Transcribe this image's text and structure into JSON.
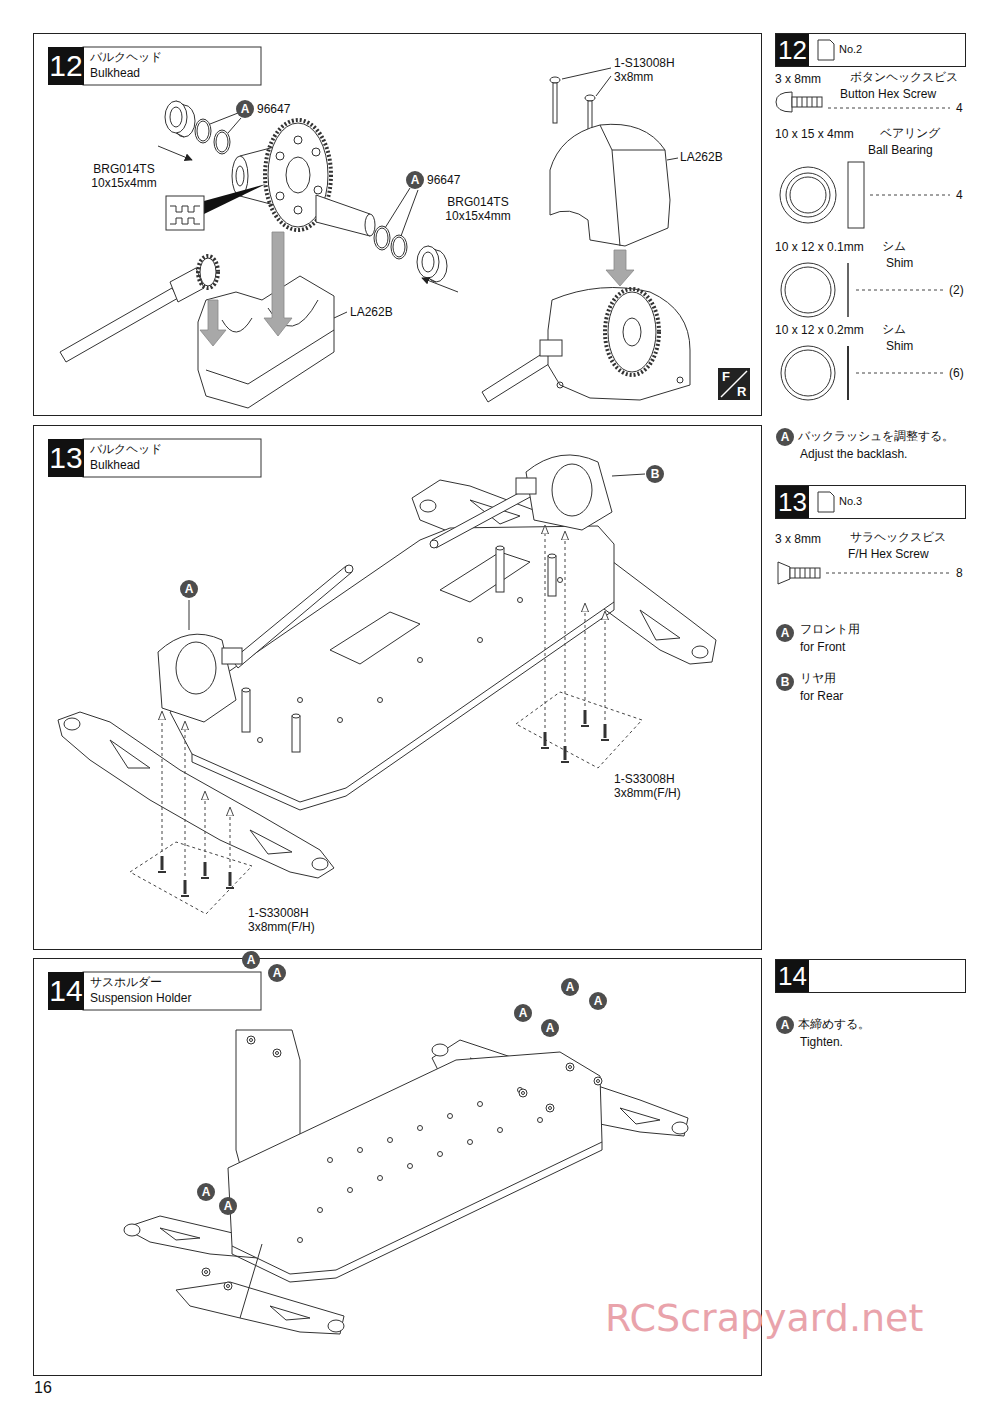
{
  "diagram": {
    "nodes": [
      {
        "text": [
          "12",
          "バルクヘッド",
          "Bulkhead"
        ]
      },
      {
        "text": [
          "13",
          "バルクヘッド",
          "Bulkhead"
        ]
      },
      {
        "text": [
          "14",
          "サスホルダー",
          "Suspension Holder"
        ]
      },
      {
        "text": [
          "12",
          "No.2"
        ]
      },
      {
        "text": [
          "13",
          "No.3"
        ]
      },
      {
        "text": [
          "14"
        ]
      }
    ],
    "labels": [
      "A",
      "96647",
      "BRG014TS 10x15x4mm",
      "A",
      "96647",
      "BRG014TS 10x15x4mm",
      "LA262B",
      "1-S13008H 3x8mm",
      "LA262B",
      "F",
      "R",
      "3 x 8mm",
      "ボタンヘックスビス",
      "Button Hex Screw",
      "4",
      "10 x 15 x 4mm",
      "ベアリング",
      "Ball Bearing",
      "4",
      "10 x 12 x 0.1mm",
      "シム",
      "Shim",
      "(2)",
      "10 x 12 x 0.2mm",
      "シム",
      "Shim",
      "(6)",
      "A",
      "バックラッシュを調整する。",
      "Adjust the backlash.",
      "A",
      "B",
      "1-S33008H 3x8mm(F/H)",
      "1-S33008H 3x8mm(F/H)",
      "3 x 8mm",
      "サラヘックスビス",
      "F/H Hex Screw",
      "8",
      "A",
      "フロント用",
      "for Front",
      "B",
      "リヤ用",
      "for Rear",
      "A",
      "A",
      "A",
      "A",
      "A",
      "A",
      "A",
      "A",
      "A",
      "本締めする。",
      "Tighten.",
      "16",
      "RCScrapyard.net"
    ]
  }
}
